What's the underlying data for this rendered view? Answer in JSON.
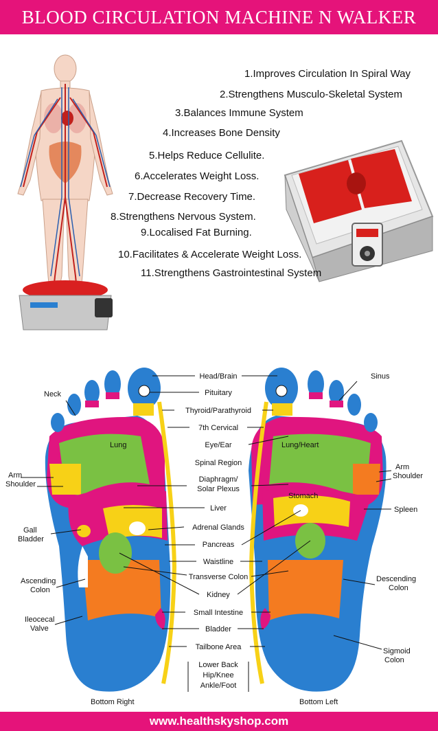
{
  "header": {
    "title": "BLOOD CIRCULATION MACHINE N WALKER"
  },
  "benefits": [
    "1.Improves Circulation In Spiral Way",
    "2.Strengthens Musculo-Skeletal System",
    "3.Balances Immune System",
    "4.Increases Bone Density",
    "5.Helps Reduce Cellulite.",
    "6.Accelerates Weight Loss.",
    "7.Decrease Recovery Time.",
    "8.Strengthens Nervous System.",
    "9.Localised Fat Burning.",
    "10.Facilitates & Accelerate Weight Loss.",
    "11.Strengthens Gastrointestinal System"
  ],
  "chart": {
    "center_labels": [
      "Head/Brain",
      "Pituitary",
      "Thyroid/Parathyroid",
      "7th Cervical",
      "Eye/Ear",
      "Spinal Region",
      "Diaphragm/",
      "Solar Plexus",
      "Liver",
      "Adrenal Glands",
      "Pancreas",
      "Waistline",
      "Transverse Colon",
      "Kidney",
      "Small Intestine",
      "Bladder",
      "Tailbone Area",
      "Lower Back",
      "Hip/Knee",
      "Ankle/Foot"
    ],
    "left_labels": {
      "neck": "Neck",
      "arm": "Arm",
      "shoulder": "Shoulder",
      "gall1": "Gall",
      "gall2": "Bladder",
      "asc1": "Ascending",
      "asc2": "Colon",
      "ileo1": "Ileocecal",
      "ileo2": "Valve"
    },
    "right_labels": {
      "sinus": "Sinus",
      "arm": "Arm",
      "shoulder": "Shoulder",
      "spleen": "Spleen",
      "desc1": "Descending",
      "desc2": "Colon",
      "sig1": "Sigmoid",
      "sig2": "Colon"
    },
    "inner_labels": {
      "lung": "Lung",
      "lung_heart": "Lung/Heart",
      "stomach": "Stomach"
    },
    "captions": {
      "bottom_right": "Bottom Right",
      "bottom_left": "Bottom Left"
    }
  },
  "footer": {
    "url": "www.healthskyshop.com"
  },
  "colors": {
    "brand": "#e5137a",
    "blue": "#2a7fd0",
    "magenta": "#e0157f",
    "green": "#7ac143",
    "orange": "#f47b20",
    "yellow": "#f7d117",
    "red": "#d9231f"
  }
}
